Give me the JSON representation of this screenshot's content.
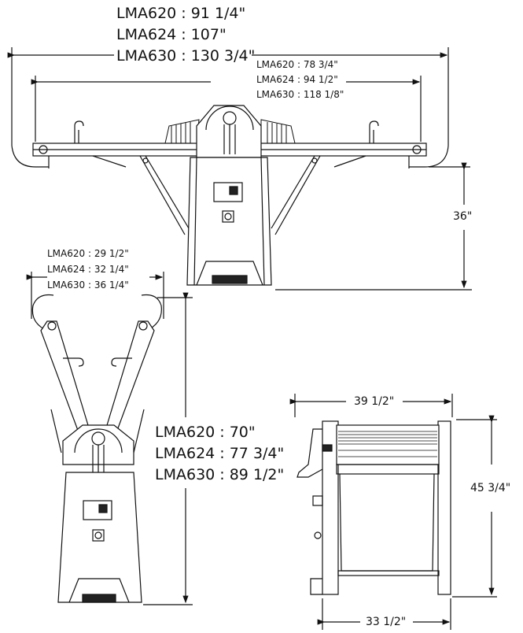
{
  "top_view": {
    "overall_lengths": [
      "LMA620 : 91 1/4\"",
      "LMA624 : 107\"",
      "LMA630 : 130 3/4\""
    ],
    "belt_lengths": [
      "LMA620 : 78 3/4\"",
      "LMA624 : 94 1/2\"",
      "LMA630 : 118 1/8\""
    ],
    "height": "36\""
  },
  "folded_view": {
    "widths": [
      "LMA620 : 29 1/2\"",
      "LMA624 : 32 1/4\"",
      "LMA630 : 36 1/4\""
    ],
    "heights": [
      "LMA620 : 70\"",
      "LMA624 : 77 3/4\"",
      "LMA630 : 89 1/2\""
    ]
  },
  "side_view": {
    "top_width": "39 1/2\"",
    "height": "45 3/4\"",
    "base_width": "33 1/2\""
  },
  "colors": {
    "line": "#111111",
    "fill": "#ffffff",
    "dark": "#222222"
  }
}
